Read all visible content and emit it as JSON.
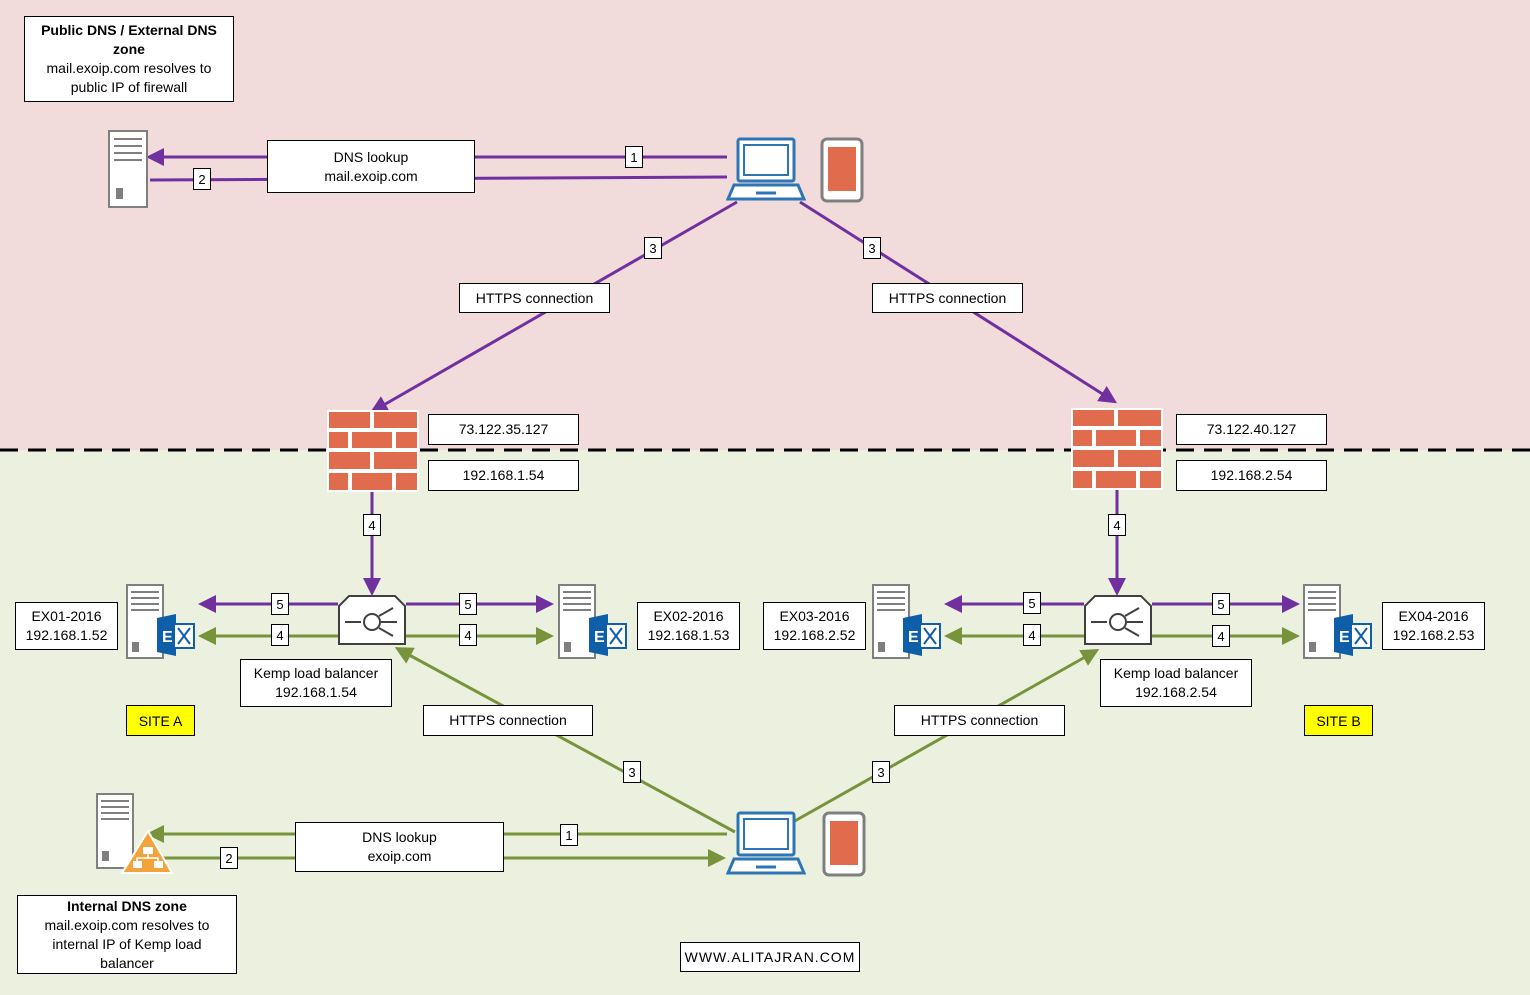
{
  "public_dns": {
    "title": "Public DNS / External DNS zone",
    "line1": "mail.exoip.com resolves to",
    "line2": "public IP of firewall"
  },
  "internal_dns": {
    "title": "Internal DNS zone",
    "line1": "mail.exoip.com resolves to",
    "line2": "internal IP of Kemp load",
    "line3": "balancer"
  },
  "dns_lookup_external": {
    "line1": "DNS lookup",
    "line2": "mail.exoip.com"
  },
  "dns_lookup_internal": {
    "line1": "DNS lookup",
    "line2": "exoip.com"
  },
  "https_label": "HTTPS connection",
  "steps": {
    "s1": "1",
    "s2": "2",
    "s3": "3",
    "s4": "4",
    "s5": "5"
  },
  "firewall_a": {
    "public_ip": "73.122.35.127",
    "internal_ip": "192.168.1.54"
  },
  "firewall_b": {
    "public_ip": "73.122.40.127",
    "internal_ip": "192.168.2.54"
  },
  "kemp_a": {
    "name": "Kemp load balancer",
    "ip": "192.168.1.54"
  },
  "kemp_b": {
    "name": "Kemp load balancer",
    "ip": "192.168.2.54"
  },
  "servers": {
    "ex01": {
      "name": "EX01-2016",
      "ip": "192.168.1.52"
    },
    "ex02": {
      "name": "EX02-2016",
      "ip": "192.168.1.53"
    },
    "ex03": {
      "name": "EX03-2016",
      "ip": "192.168.2.52"
    },
    "ex04": {
      "name": "EX04-2016",
      "ip": "192.168.2.53"
    }
  },
  "sites": {
    "a": "SITE A",
    "b": "SITE B"
  },
  "watermark": "WWW.ALITAJRAN.COM",
  "colors": {
    "public_zone": "#f2dcdb",
    "internal_zone": "#ebf1de",
    "external_flow": "#7030a0",
    "internal_flow": "#77933c",
    "firewall": "#e06c4d",
    "exchange": "#0f5ea8",
    "laptop": "#2e75b6",
    "site_label": "#ffff00"
  },
  "icons": [
    "server-icon",
    "laptop-icon",
    "phone-icon",
    "firewall-icon",
    "load-balancer-icon",
    "exchange-icon",
    "dns-server-icon"
  ]
}
